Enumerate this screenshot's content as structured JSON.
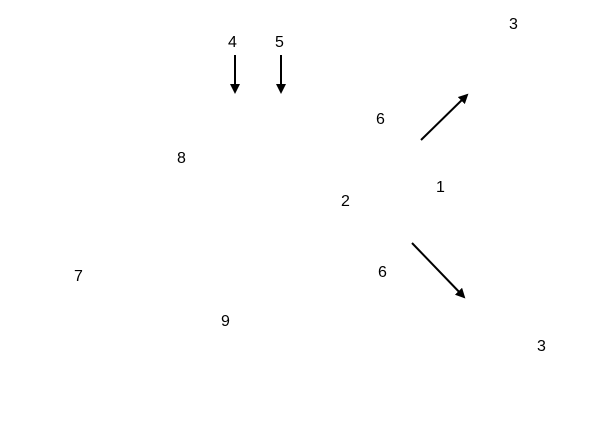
{
  "labels": {
    "n4": "4",
    "n5": "5",
    "n3_top": "3",
    "n6_upper": "6",
    "n8": "8",
    "n1": "1",
    "n2": "2",
    "n7": "7",
    "n6_lower": "6",
    "n9": "9",
    "n3_bottom": "3"
  },
  "arrows": [
    {
      "id": "arrow-down-left",
      "direction": "down"
    },
    {
      "id": "arrow-down-right",
      "direction": "down"
    },
    {
      "id": "arrow-up-right-diagonal",
      "direction": "up-right"
    },
    {
      "id": "arrow-down-right-diagonal",
      "direction": "down-right"
    }
  ],
  "colors": {
    "stroke": "#000000",
    "background": "#ffffff"
  }
}
